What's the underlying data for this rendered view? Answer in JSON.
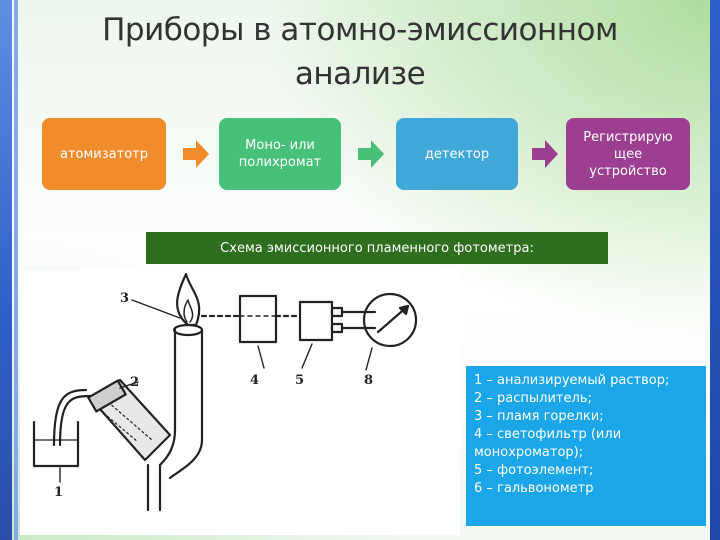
{
  "title": {
    "line1": "Приборы в атомно-эмиссионном",
    "line2": "анализе"
  },
  "flow": {
    "atomizer": "атомизатотр",
    "mono_line1": "Моно- или",
    "mono_line2": "полихромат",
    "detector": "детектор",
    "rec_line1": "Регистрирую",
    "rec_line2": "щее",
    "rec_line3": "устройство"
  },
  "schema_label": "Схема эмиссионного пламенного фотометра:",
  "diagram_numbers": {
    "n1": "1",
    "n2": "2",
    "n3": "3",
    "n4": "4",
    "n5": "5",
    "n8": "8"
  },
  "legend": [
    "1 – анализируемый раствор;",
    " 2 – распылитель;",
    "3 – пламя горелки;",
    "4 – светофильтр (или",
    "монохроматор);",
    " 5 – фотоэлемент;",
    "6 – гальвонометр"
  ],
  "colors": {
    "atomizer": "#f08c2c",
    "mono": "#47c07a",
    "detector": "#3fa8d8",
    "recorder": "#9c3f90",
    "schema_bg": "#2f6e1f",
    "legend_bg": "#1aa6e8"
  }
}
